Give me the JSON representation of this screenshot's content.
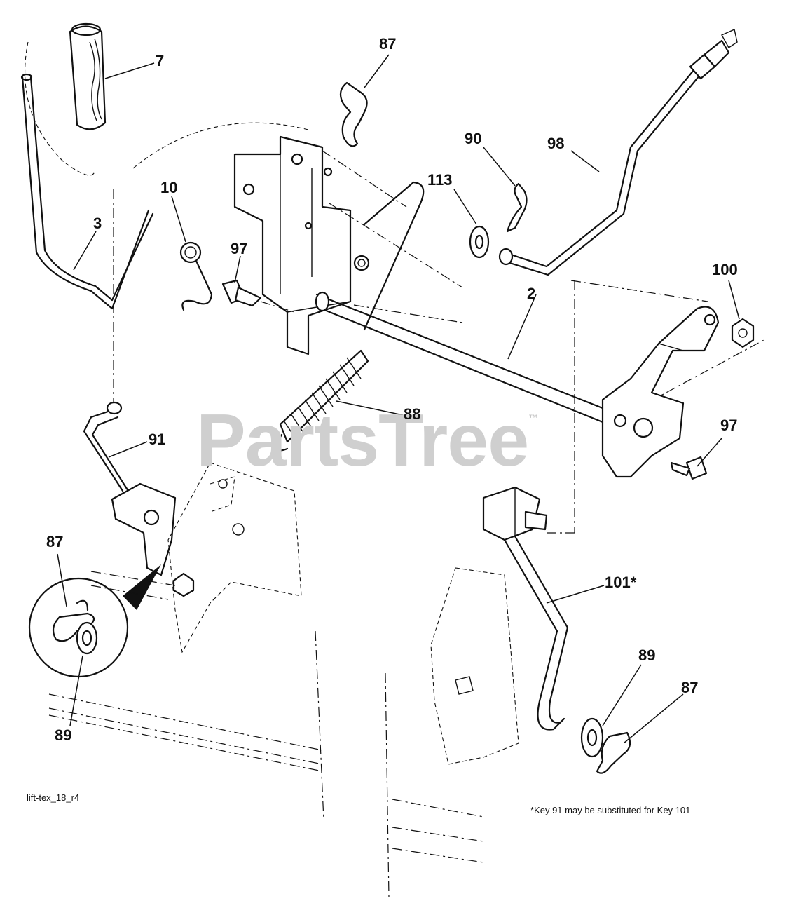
{
  "watermark": {
    "text": "PartsTree",
    "mark": "™"
  },
  "labels": {
    "p7": "7",
    "p87_top": "87",
    "p90": "90",
    "p98": "98",
    "p113": "113",
    "p10": "10",
    "p3": "3",
    "p97_left": "97",
    "p2": "2",
    "p100": "100",
    "p88": "88",
    "p91": "91",
    "p97_right": "97",
    "p87_left": "87",
    "p101": "101*",
    "p89_left": "89",
    "p89_right": "89",
    "p87_right": "87"
  },
  "captions": {
    "drawing_id": "lift-tex_18_r4",
    "footnote": "*Key 91 may be substituted for Key 101"
  }
}
